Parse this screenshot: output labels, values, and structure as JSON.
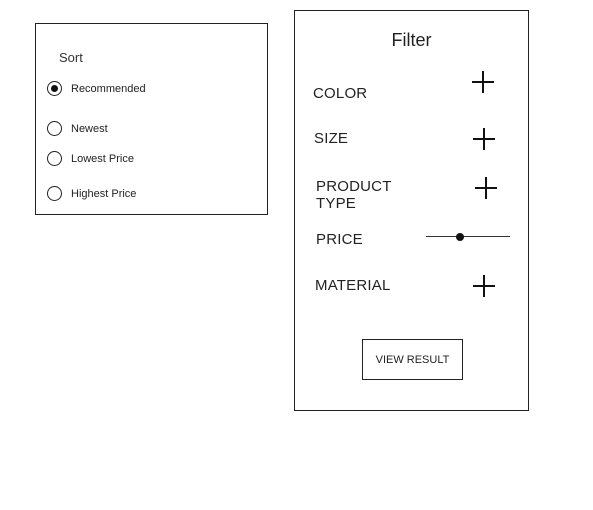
{
  "sort": {
    "title": "Sort",
    "options": [
      {
        "label": "Recommended",
        "selected": true
      },
      {
        "label": "Newest",
        "selected": false
      },
      {
        "label": "Lowest Price",
        "selected": false
      },
      {
        "label": "Highest Price",
        "selected": false
      }
    ]
  },
  "filter": {
    "title": "Filter",
    "color_label": "COLOR",
    "size_label": "SIZE",
    "product_type_label": "PRODUCT\nTYPE",
    "price_label": "PRICE",
    "price_slider_fraction": 0.4,
    "material_label": "MATERIAL",
    "view_result_label": "VIEW RESULT",
    "expand_icon": "plus-icon"
  }
}
